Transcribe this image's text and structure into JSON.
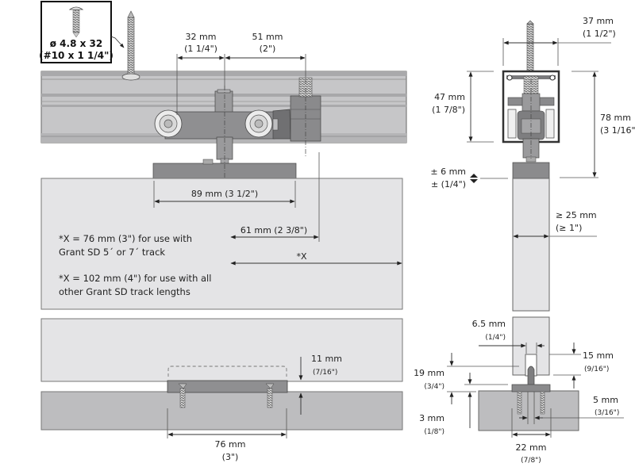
{
  "screw_callout": {
    "size_metric": "ø 4.8 x 32",
    "size_imperial": "(#10 x 1 1/4\")"
  },
  "side_view": {
    "dims": {
      "wheel_spacing": {
        "mm": "32 mm",
        "in": "(1 1/4\")"
      },
      "to_bolt": {
        "mm": "51 mm",
        "in": "(2\")"
      },
      "plate_width": {
        "label": "89 mm (3 1/2\")"
      },
      "bolt_offset": {
        "label": "61 mm (2 3/8\")"
      },
      "x_offset": {
        "label": "*X"
      }
    },
    "notes": [
      {
        "line1": "*X = 76 mm (3\") for use with",
        "line2": "Grant SD 5´ or 7´ track"
      },
      {
        "line1": "*X = 102 mm (4\") for use with all",
        "line2": "other Grant SD track lengths"
      }
    ]
  },
  "bottom_guide_view": {
    "dims": {
      "guide_height": {
        "mm": "11 mm",
        "in": "(7/16\")"
      },
      "guide_length": {
        "mm": "76 mm",
        "in": "(3\")"
      }
    }
  },
  "end_view": {
    "dims": {
      "track_width": {
        "mm": "37 mm",
        "in": "(1 1/2\")"
      },
      "track_height": {
        "mm": "47 mm",
        "in": "(1 7/8\")"
      },
      "overall_height": {
        "mm": "78 mm",
        "in": "(3 1/16\")"
      },
      "adjustment": {
        "mm": "± 6 mm",
        "in": "± (1/4\")"
      },
      "door_thickness": {
        "mm": "≥ 25 mm",
        "in": "(≥ 1\")"
      }
    }
  },
  "guide_detail_view": {
    "dims": {
      "groove_width": {
        "mm": "6.5 mm",
        "in": "(1/4\")"
      },
      "groove_depth": {
        "mm": "15 mm",
        "in": "(9/16\")"
      },
      "guide_height": {
        "mm": "19 mm",
        "in": "(3/4\")"
      },
      "base_thickness": {
        "mm": "3 mm",
        "in": "(1/8\")"
      },
      "pin_width": {
        "mm": "5 mm",
        "in": "(3/16\")"
      },
      "base_width": {
        "mm": "22 mm",
        "in": "(7/8\")"
      }
    }
  },
  "colors": {
    "door": "#e4e4e6",
    "floor": "#bdbdbf",
    "track": "#c4c4c6",
    "hardware": "#8e8e90",
    "line": "#333333"
  }
}
